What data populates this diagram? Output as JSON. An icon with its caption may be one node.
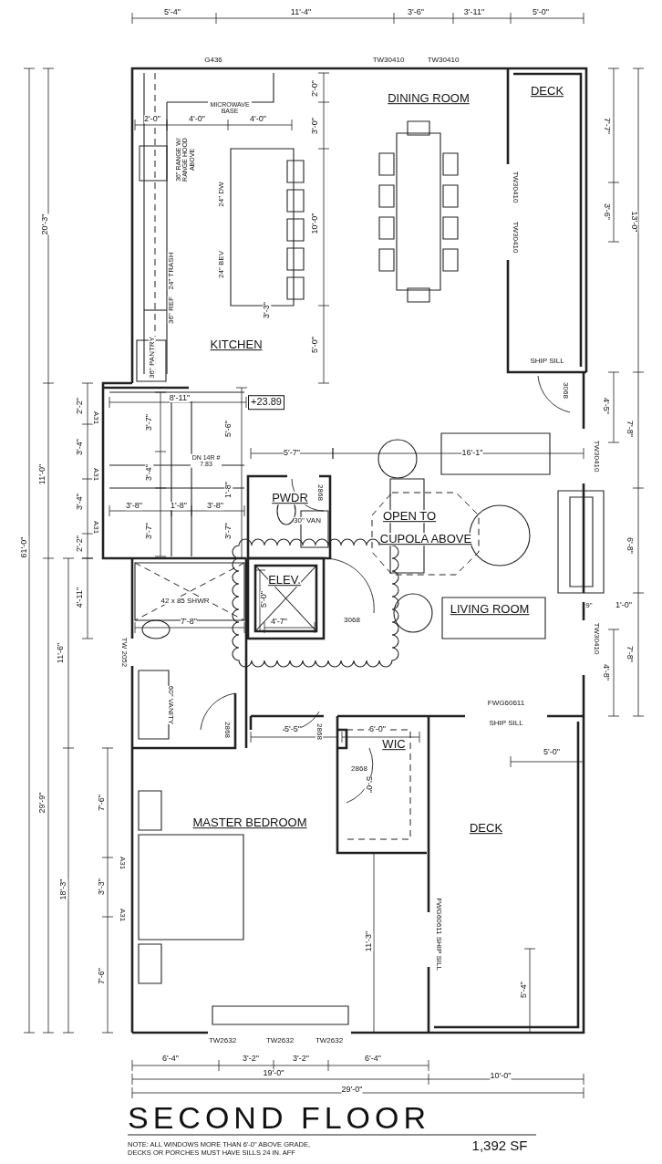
{
  "diagram": {
    "title": "SECOND FLOOR",
    "caption": "NOTE: ALL WINDOWS MORE THAN 6'-0\" ABOVE GRADE, DECKS OR PORCHES MUST HAVE SILLS 24 IN. AFF",
    "labels": [
      "5'-4\"",
      "11'-4\"",
      "3'-6\"",
      "3'-11\"",
      "5'-0\"",
      "G436",
      "TW30410",
      "TW30410",
      "MICROWAVE BASE",
      "2'-0\"",
      "4'-0\"",
      "4'-0\"",
      "2'-0\"",
      "3'-0\"",
      "36\" RANGE W/ RANGE HOOD ABOVE",
      "24\" DW",
      "10'-0\"",
      "24\" BEV",
      "24\" TRASH",
      "36\" REF",
      "3'-3\"",
      "KITCHEN",
      "5'-0\"",
      "36\" PANTRY",
      "20'-3\"",
      "DINING ROOM",
      "DECK",
      "7'-7\"",
      "TW30410",
      "TW30410",
      "3'-6\"",
      "13'-0\"",
      "SHIP SILL",
      "3068",
      "2'-2\"",
      "A31",
      "3'-4\"",
      "A31",
      "3'-4\"",
      "A31",
      "2'-2\"",
      "11'-0\"",
      "61'-0\"",
      "8'-11\"",
      "+23.89",
      "3'-7\"",
      "5'-6\"",
      "DN 14R # 7.83",
      "3'-4\"",
      "5'-7\"",
      "1'-8\"",
      "3'-8\"",
      "1'-8\"",
      "3'-8\"",
      "3'-7\"",
      "3'-7\"",
      "PWDR",
      "2868",
      "30\" VAN",
      "OPEN TO",
      "CUPOLA ABOVE",
      "16'-1\"",
      "4'-5\"",
      "7'-8\"",
      "TW30410",
      "6'-8\"",
      "9\"",
      "1'-0\"",
      "LIVING ROOM",
      "TW30410",
      "7'-8\"",
      "4'-8\"",
      "ELEV.",
      "42 x 85 SHWR",
      "4'-11\"",
      "5'-0\"",
      "7'-8\"",
      "4'-7\"",
      "3068",
      "TW 2052",
      "11'-6\"",
      "60\" VANITY",
      "2868",
      "FWG60611",
      "SHIP SILL",
      "5'-5\"",
      "2868",
      "6'-0\"",
      "WIC",
      "2868",
      "5'-0\"",
      "5'-0\"",
      "29'-9\"",
      "7'-6\"",
      "MASTER BEDROOM",
      "DECK",
      "A31",
      "18'-3\"",
      "3'-3\"",
      "A31",
      "FWG60611 SHIP SILL",
      "11'-3\"",
      "7'-6\"",
      "5'-4\"",
      "TW2632",
      "TW2632",
      "TW2632",
      "6'-4\"",
      "3'-2\"",
      "3'-2\"",
      "6'-4\"",
      "19'-0\"",
      "10'-0\"",
      "29'-0\"",
      "1,392 SF"
    ]
  }
}
